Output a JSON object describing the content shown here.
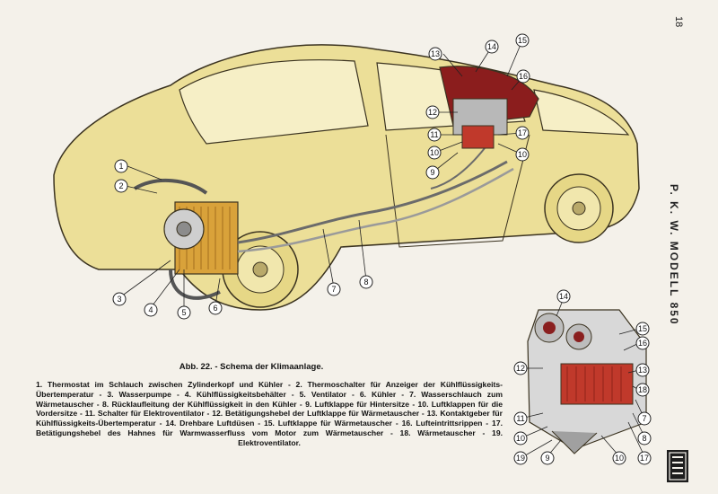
{
  "page": {
    "page_number": "18",
    "running_head": "P. K. W. MODELL 850",
    "logo": "FIAT"
  },
  "figure": {
    "title": "Abb. 22. - Schema der Klimaanlage.",
    "legend_text": "1. Thermostat im Schlauch zwischen Zylinderkopf und Kühler - 2. Thermoschalter für Anzeiger der Kühlflüssigkeits-Übertemperatur - 3. Wasserpumpe - 4. Kühlflüssigkeitsbehälter - 5. Ventilator - 6. Kühler - 7. Wasserschlauch zum Wärmetauscher - 8. Rücklaufleitung der Kühlflüssigkeit in den Kühler - 9. Luftklappe für Hintersitze - 10. Luftklappen für die Vordersitze - 11. Schalter für Elektroventilator - 12. Betätigungshebel der Luftklappe für Wärmetauscher - 13. Kontaktgeber für Kühlflüssigkeits-Übertemperatur - 14. Drehbare Luftdüsen - 15. Luftklappe für Wärmetauscher - 16. Lufteintrittsrippen - 17. Betätigungshebel des Hahnes für Warmwasserfluss vom Motor zum Wärmetauscher - 18. Wärmetauscher - 19. Elektroventilator.",
    "callouts_main": [
      "1",
      "2",
      "3",
      "4",
      "5",
      "6",
      "7",
      "8",
      "9",
      "10",
      "10",
      "11",
      "12",
      "13",
      "14",
      "15",
      "16",
      "17"
    ],
    "callouts_detail": [
      "14",
      "15",
      "16",
      "12",
      "13",
      "11",
      "10",
      "19",
      "9",
      "10",
      "17",
      "8",
      "7",
      "18"
    ]
  },
  "colors": {
    "paper": "#f4f1ea",
    "car_body": "#ecdf98",
    "car_outline": "#3b3320",
    "heater_red": "#c0392b",
    "radiator": "#d9a23a"
  },
  "icons": {
    "logo": "fiat-logo"
  }
}
